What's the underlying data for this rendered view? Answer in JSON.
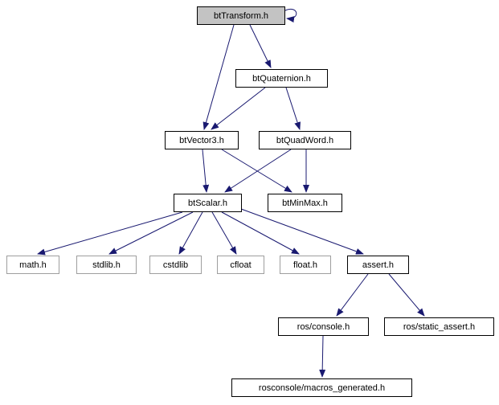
{
  "diagram": {
    "type": "include-dependency-graph",
    "colors": {
      "edge_color": "#191970",
      "node_fill": "#ffffff",
      "root_fill": "#c3c3c3",
      "node_border": "#000000",
      "leaf_border": "#9e9e9e",
      "text_color": "#000000"
    },
    "nodes": [
      {
        "id": "btTransform.h",
        "label": "btTransform.h",
        "kind": "root"
      },
      {
        "id": "btQuaternion.h",
        "label": "btQuaternion.h",
        "kind": "linked"
      },
      {
        "id": "btVector3.h",
        "label": "btVector3.h",
        "kind": "linked"
      },
      {
        "id": "btQuadWord.h",
        "label": "btQuadWord.h",
        "kind": "linked"
      },
      {
        "id": "btScalar.h",
        "label": "btScalar.h",
        "kind": "linked"
      },
      {
        "id": "btMinMax.h",
        "label": "btMinMax.h",
        "kind": "linked"
      },
      {
        "id": "math.h",
        "label": "math.h",
        "kind": "plain"
      },
      {
        "id": "stdlib.h",
        "label": "stdlib.h",
        "kind": "plain"
      },
      {
        "id": "cstdlib",
        "label": "cstdlib",
        "kind": "plain"
      },
      {
        "id": "cfloat",
        "label": "cfloat",
        "kind": "plain"
      },
      {
        "id": "float.h",
        "label": "float.h",
        "kind": "plain"
      },
      {
        "id": "assert.h",
        "label": "assert.h",
        "kind": "linked"
      },
      {
        "id": "ros/console.h",
        "label": "ros/console.h",
        "kind": "linked"
      },
      {
        "id": "ros/static_assert.h",
        "label": "ros/static_assert.h",
        "kind": "linked"
      },
      {
        "id": "rosconsole/macros_generated.h",
        "label": "rosconsole/macros_generated.h",
        "kind": "linked"
      }
    ],
    "edges": [
      {
        "from": "btTransform.h",
        "to": "btTransform.h"
      },
      {
        "from": "btTransform.h",
        "to": "btQuaternion.h"
      },
      {
        "from": "btTransform.h",
        "to": "btVector3.h"
      },
      {
        "from": "btQuaternion.h",
        "to": "btVector3.h"
      },
      {
        "from": "btQuaternion.h",
        "to": "btQuadWord.h"
      },
      {
        "from": "btVector3.h",
        "to": "btScalar.h"
      },
      {
        "from": "btVector3.h",
        "to": "btMinMax.h"
      },
      {
        "from": "btQuadWord.h",
        "to": "btScalar.h"
      },
      {
        "from": "btQuadWord.h",
        "to": "btMinMax.h"
      },
      {
        "from": "btScalar.h",
        "to": "math.h"
      },
      {
        "from": "btScalar.h",
        "to": "stdlib.h"
      },
      {
        "from": "btScalar.h",
        "to": "cstdlib"
      },
      {
        "from": "btScalar.h",
        "to": "cfloat"
      },
      {
        "from": "btScalar.h",
        "to": "float.h"
      },
      {
        "from": "btScalar.h",
        "to": "assert.h"
      },
      {
        "from": "assert.h",
        "to": "ros/console.h"
      },
      {
        "from": "assert.h",
        "to": "ros/static_assert.h"
      },
      {
        "from": "ros/console.h",
        "to": "rosconsole/macros_generated.h"
      }
    ]
  }
}
